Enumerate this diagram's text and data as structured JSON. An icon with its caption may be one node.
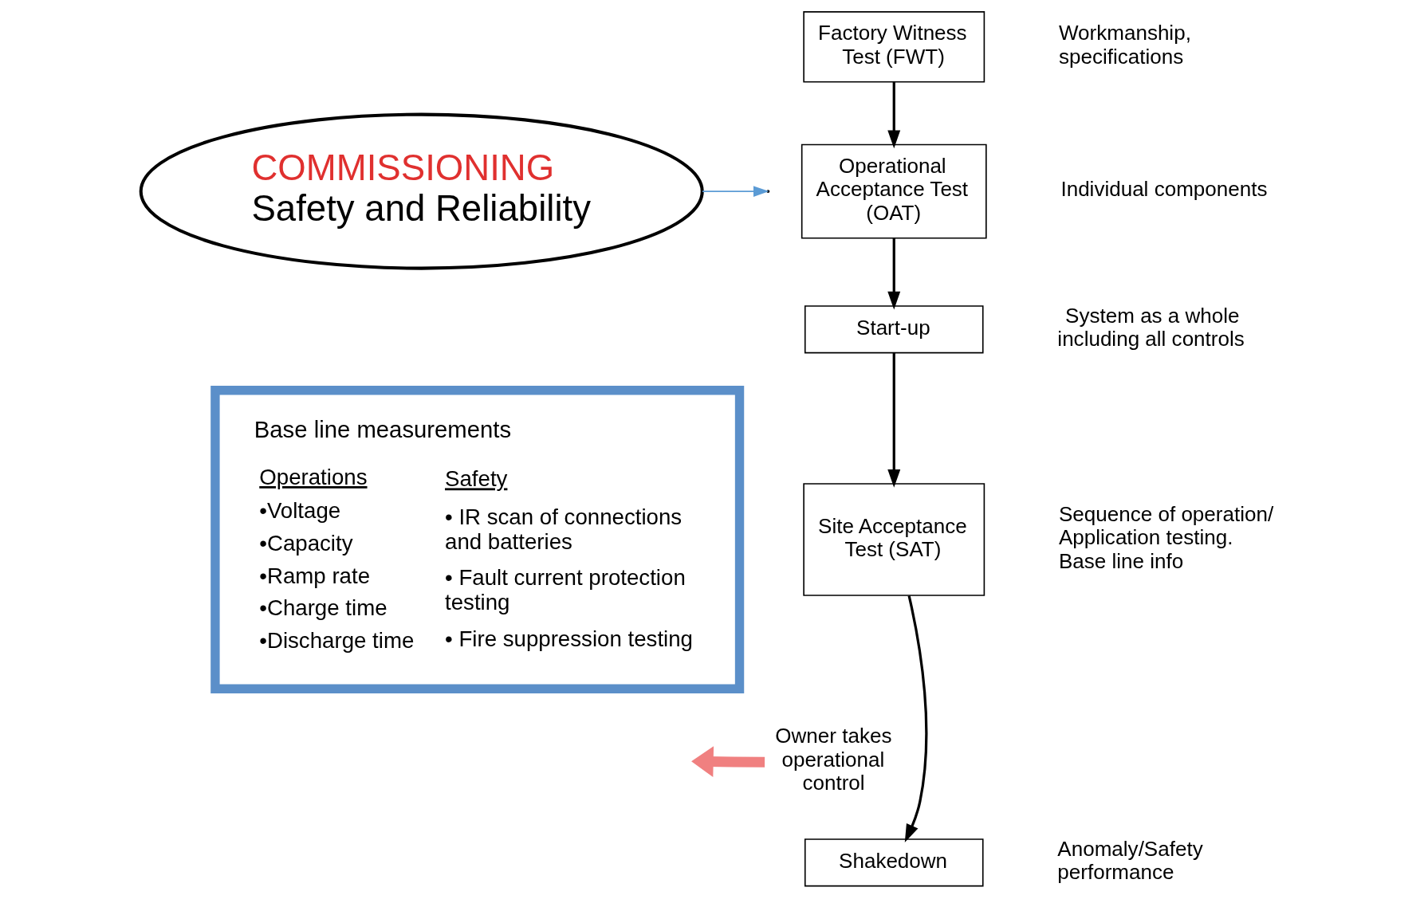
{
  "diagram": {
    "nodes": [
      {
        "text": [
          "COMMISSIONING",
          "Safety and Reliability"
        ]
      },
      {
        "text": [
          "Base line measurements",
          "Operations",
          "•Voltage",
          "•Capacity",
          "•Ramp rate",
          "•Charge time",
          "•Discharge time",
          "Safety",
          "• IR scan of connections and batteries",
          "• Fault current protection testing",
          "• Fire suppression testing"
        ]
      },
      {
        "text": [
          "Factory Witness Test (FWT)"
        ],
        "beside": [
          "Workmanship, specifications"
        ]
      },
      {
        "text": [
          "Operational Acceptance Test (OAT)"
        ],
        "beside": [
          "Individual components"
        ]
      },
      {
        "text": [
          "Start-up"
        ],
        "beside": [
          "System as a whole including all controls"
        ]
      },
      {
        "text": [
          "Site Acceptance Test (SAT)"
        ],
        "beside": [
          "Sequence of operation/ Application testing.",
          "Base line info"
        ]
      },
      {
        "text": [
          "Shakedown"
        ],
        "beside": [
          "Anomaly/Safety performance"
        ]
      },
      {
        "text": [
          "Owner takes operational control"
        ]
      }
    ],
    "edges": [
      {
        "from": 0,
        "to": null,
        "arrow": "to",
        "color": "#5b9bd5"
      },
      {
        "from": 2,
        "to": 3,
        "arrow": "to"
      },
      {
        "from": 3,
        "to": 4,
        "arrow": "to"
      },
      {
        "from": 4,
        "to": 5,
        "arrow": "to"
      },
      {
        "from": 5,
        "to": 6,
        "arrow": "to"
      },
      {
        "from": 7,
        "to": null,
        "arrow": "to",
        "style": "thick",
        "color": "#f08080"
      }
    ]
  }
}
